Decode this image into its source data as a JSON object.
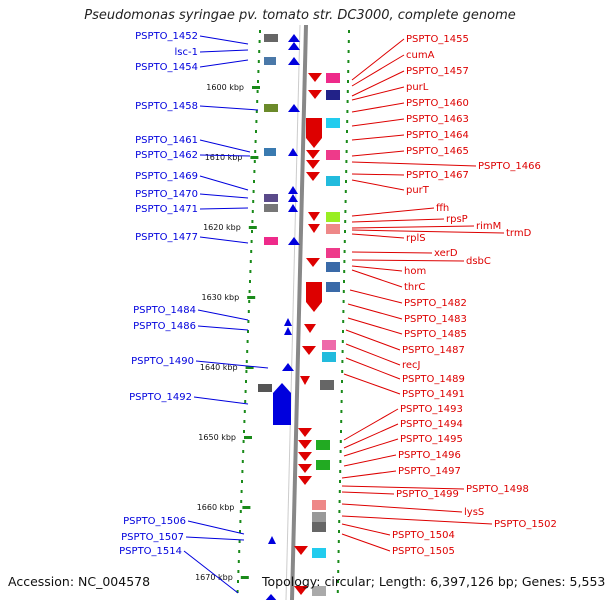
{
  "title": "Pseudomonas syringae pv. tomato str. DC3000, complete genome",
  "footer": {
    "accession": "Accession: NC_004578",
    "summary": "Topology: circular; Length: 6,397,126 bp; Genes: 5,553"
  },
  "ticks": [
    "1600 kbp",
    "1610 kbp",
    "1620 kbp",
    "1630 kbp",
    "1640 kbp",
    "1650 kbp",
    "1660 kbp",
    "1670 kbp"
  ],
  "left_labels": [
    "PSPTO_1452",
    "lsc-1",
    "PSPTO_1454",
    "PSPTO_1458",
    "PSPTO_1461",
    "PSPTO_1462",
    "PSPTO_1469",
    "PSPTO_1470",
    "PSPTO_1471",
    "PSPTO_1477",
    "PSPTO_1484",
    "PSPTO_1486",
    "PSPTO_1490",
    "PSPTO_1492",
    "PSPTO_1506",
    "PSPTO_1507",
    "PSPTO_1514"
  ],
  "right_labels": [
    "PSPTO_1455",
    "cumA",
    "PSPTO_1457",
    "purL",
    "PSPTO_1460",
    "PSPTO_1463",
    "PSPTO_1464",
    "PSPTO_1465",
    "PSPTO_1466",
    "PSPTO_1467",
    "purT",
    "ffh",
    "rpsP",
    "rimM",
    "trmD",
    "rplS",
    "xerD",
    "dsbC",
    "hom",
    "thrC",
    "PSPTO_1482",
    "PSPTO_1483",
    "PSPTO_1485",
    "PSPTO_1487",
    "recJ",
    "PSPTO_1489",
    "PSPTO_1491",
    "PSPTO_1493",
    "PSPTO_1494",
    "PSPTO_1495",
    "PSPTO_1496",
    "PSPTO_1497",
    "PSPTO_1498",
    "PSPTO_1499",
    "lysS",
    "PSPTO_1502",
    "PSPTO_1504",
    "PSPTO_1505"
  ],
  "colors": {
    "left_strand": "#0000dd",
    "right_strand": "#dd0000",
    "tick_marker": "#1a8a1a",
    "backbone": "#888888"
  }
}
